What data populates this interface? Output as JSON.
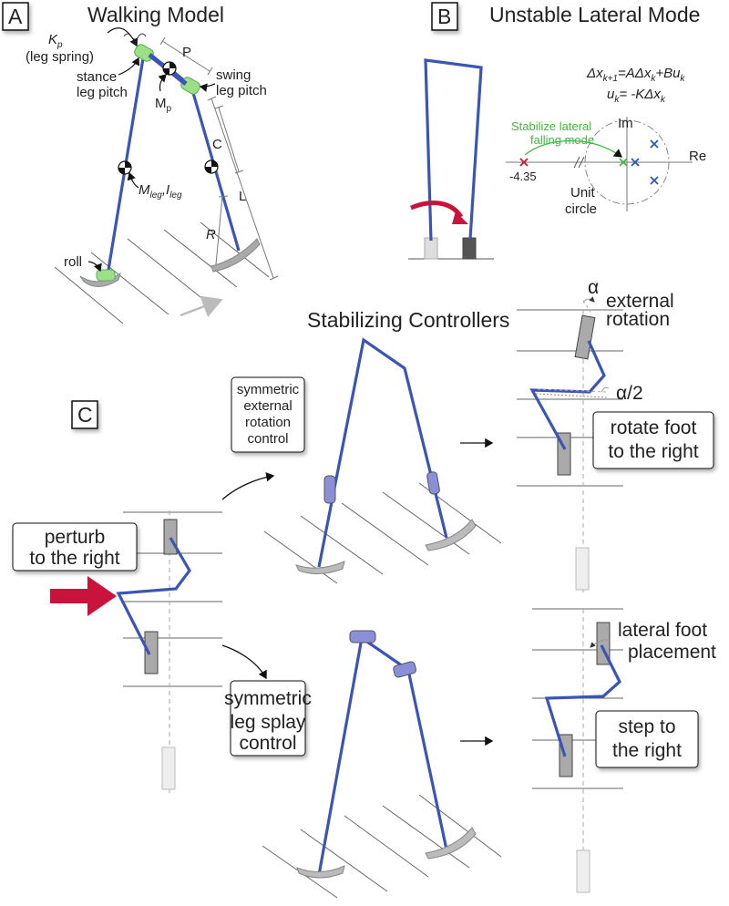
{
  "panelA": {
    "tag": "A",
    "title": "Walking Model",
    "kp": "K",
    "kp_sub": "p",
    "leg_spring": "(leg spring)",
    "stance_1": "stance",
    "stance_2": "leg pitch",
    "swing_1": "swing",
    "swing_2": "leg pitch",
    "mp": "M",
    "mp_sub": "p",
    "mleg": "M",
    "mleg_sub": "leg",
    "ileg": "I",
    "ileg_sub": "leg",
    "p": "P",
    "c": "C",
    "l": "L",
    "r": "R",
    "roll": "roll"
  },
  "panelB": {
    "tag": "B",
    "title": "Unstable Lateral Mode",
    "eq1": "Δx",
    "eq1_sub": "k+1",
    "eq1_rest": "=AΔx",
    "eq1_sub2": "k",
    "eq1_rest2": "+Bu",
    "eq1_sub3": "k",
    "eq2": "u",
    "eq2_sub": "k",
    "eq2_rest": "= -KΔx",
    "eq2_sub2": "k",
    "im": "Im",
    "re": "Re",
    "stab1": "Stabilize lateral",
    "stab2": "falling mode",
    "pole": "-4.35",
    "uc1": "Unit",
    "uc2": "circle"
  },
  "panelC": {
    "tag": "C",
    "title": "Stabilizing Controllers",
    "perturb1": "perturb",
    "perturb2": "to the right",
    "sym_ext1": "symmetric",
    "sym_ext2": "external",
    "sym_ext3": "rotation",
    "sym_ext4": "control",
    "sym_splay1": "symmetric",
    "sym_splay2": "leg splay",
    "sym_splay3": "control",
    "alpha": "α",
    "ext_rot1": "external",
    "ext_rot2": "rotation",
    "alpha_half": "α/2",
    "rotate1": "rotate foot",
    "rotate2": "to the right",
    "lat1": "lateral foot",
    "lat2": "placement",
    "step1": "step to",
    "step2": "the right"
  },
  "colors": {
    "leg": "#3a55b4",
    "spring": "#9be087",
    "stabilize_text": "#45b545",
    "arrow_red": "#c8143c",
    "actuator": "#8a8fd8",
    "pole_x": "#2b56b8",
    "unstable_x": "#c8143c"
  }
}
